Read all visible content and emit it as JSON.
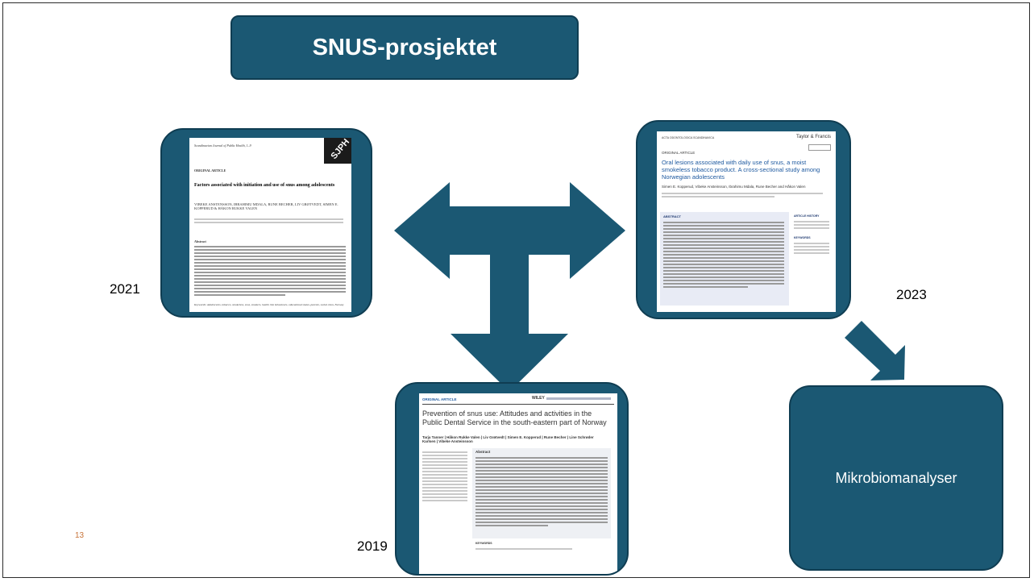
{
  "slide": {
    "title": "SNUS-prosjektet",
    "page_number": "13"
  },
  "years": {
    "y2021": "2021",
    "y2023": "2023",
    "y2019": "2019"
  },
  "box": {
    "label": "Mikrobiomanalyser"
  },
  "paper2021": {
    "journal": "Scandinavian Journal of Public Health, 1–9",
    "logo": "SJPH",
    "section": "ORIGINAL ARTICLE",
    "title": "Factors associated with initiation and use of snus among adolescents",
    "authors": "VIBEKE ANSTENSSON, IBRAHIMU MDALA, RUNE BECHER, LIV GRØTVEDT, SIMEN E. KOPPERUD & HÅKON RUKKE VALEN",
    "heading": "Abstract",
    "keywords": "Keywords: Adolescents, tobacco, smokeless, snus, smokers, health risk behaviours, educational status, parents, social class, Norway"
  },
  "paper2023": {
    "journal": "ACTA ODONTOLOGICA SCANDINAVICA",
    "publisher": "Taylor & Francis",
    "section": "ORIGINAL ARTICLE",
    "title": "Oral lesions associated with daily use of snus, a moist smokeless tobacco product. A cross-sectional study among Norwegian adolescents",
    "authors": "Simen E. Kopperud, Vibeke Ansteinsson, Ibrahimu Mdala, Rune Becher and Håkon Valen",
    "abstract_heading": "ABSTRACT",
    "history_heading": "ARTICLE HISTORY",
    "keywords_heading": "KEYWORDS"
  },
  "paper2019": {
    "section": "ORIGINAL ARTICLE",
    "publisher": "WILEY",
    "title": "Prevention of snus use: Attitudes and activities in the Public Dental Service in the south-eastern part of Norway",
    "authors": "Tarja Tanner | Håkon Rukke Valen | Liv Grøtvedt | Simen E. Kopperud | Rune Becher | Line Schrøder Karlsen | Vibeke Ansteinsson",
    "abstract_heading": "Abstract",
    "keywords_heading": "KEYWORDS"
  },
  "colors": {
    "primary": "#1b5873",
    "dark": "#0f3d52",
    "pagenum": "#c8743a",
    "accent_blue": "#1f5aa0"
  }
}
